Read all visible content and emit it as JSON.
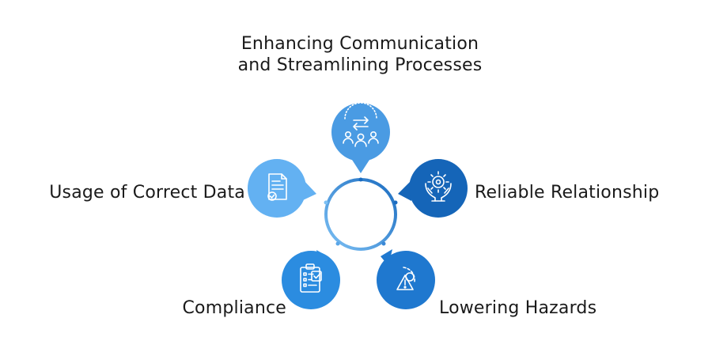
{
  "colors": {
    "top": "#4a9be3",
    "right": "#1565b8",
    "left": "#63b1f2",
    "bottom_left": "#2b8ce0",
    "bottom_right": "#1f78cf",
    "ring_dark": "#1b6cc0",
    "ring_light": "#7cc0f4",
    "text": "#1a1a1a"
  },
  "nodes": {
    "top": {
      "label": "Enhancing Communication and Streamlining Processes",
      "icon": "team-exchange-icon"
    },
    "right": {
      "label": "Reliable Relationship",
      "icon": "hands-gear-icon"
    },
    "left": {
      "label": "Usage of Correct Data",
      "icon": "document-check-icon"
    },
    "bottom_left": {
      "label": "Compliance",
      "icon": "clipboard-checklist-icon"
    },
    "bottom_right": {
      "label": "Lowering Hazards",
      "icon": "hazard-gear-icon"
    }
  }
}
